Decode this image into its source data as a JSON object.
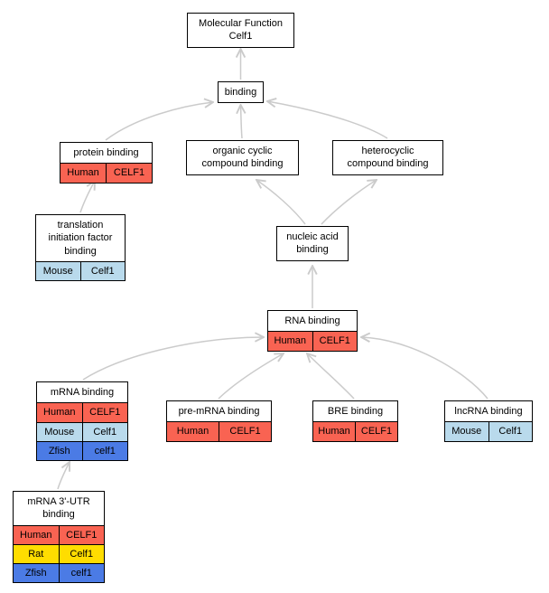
{
  "palette": {
    "node_border": "#000000",
    "node_background": "#ffffff",
    "edge_gray": "#CBCBCB",
    "human_red": "#F96352",
    "mouse_lightblue": "#B9DAEC",
    "zfish_blue": "#4B7BE5",
    "rat_yellow": "#FFDD00"
  },
  "nodes": {
    "molecular_function": {
      "title": "Molecular Function\nCelf1"
    },
    "binding": {
      "title": "binding"
    },
    "protein_binding": {
      "title": "protein binding",
      "rows": [
        {
          "species": "Human",
          "gene": "CELF1",
          "color": "red"
        }
      ]
    },
    "organic_cyclic_compound_binding": {
      "title": "organic cyclic\ncompound binding"
    },
    "heterocyclic_compound_binding": {
      "title": "heterocyclic\ncompound binding"
    },
    "translation_initiation_factor_binding": {
      "title": "translation\ninitiation factor\nbinding",
      "rows": [
        {
          "species": "Mouse",
          "gene": "Celf1",
          "color": "lightblue"
        }
      ]
    },
    "nucleic_acid_binding": {
      "title": "nucleic acid\nbinding"
    },
    "rna_binding": {
      "title": "RNA binding",
      "rows": [
        {
          "species": "Human",
          "gene": "CELF1",
          "color": "red"
        }
      ]
    },
    "mrna_binding": {
      "title": "mRNA binding",
      "rows": [
        {
          "species": "Human",
          "gene": "CELF1",
          "color": "red"
        },
        {
          "species": "Mouse",
          "gene": "Celf1",
          "color": "lightblue"
        },
        {
          "species": "Zfish",
          "gene": "celf1",
          "color": "blue"
        }
      ]
    },
    "pre_mrna_binding": {
      "title": "pre-mRNA binding",
      "rows": [
        {
          "species": "Human",
          "gene": "CELF1",
          "color": "red"
        }
      ]
    },
    "bre_binding": {
      "title": "BRE binding",
      "rows": [
        {
          "species": "Human",
          "gene": "CELF1",
          "color": "red"
        }
      ]
    },
    "lncrna_binding": {
      "title": "lncRNA binding",
      "rows": [
        {
          "species": "Mouse",
          "gene": "Celf1",
          "color": "lightblue"
        }
      ]
    },
    "mrna_3utr_binding": {
      "title": "mRNA 3'-UTR\nbinding",
      "rows": [
        {
          "species": "Human",
          "gene": "CELF1",
          "color": "red"
        },
        {
          "species": "Rat",
          "gene": "Celf1",
          "color": "yellow"
        },
        {
          "species": "Zfish",
          "gene": "celf1",
          "color": "blue"
        }
      ]
    }
  },
  "edges": [
    {
      "from": "binding",
      "to": "molecular_function"
    },
    {
      "from": "protein_binding",
      "to": "binding"
    },
    {
      "from": "organic_cyclic_compound_binding",
      "to": "binding"
    },
    {
      "from": "heterocyclic_compound_binding",
      "to": "binding"
    },
    {
      "from": "translation_initiation_factor_binding",
      "to": "protein_binding"
    },
    {
      "from": "nucleic_acid_binding",
      "to": "organic_cyclic_compound_binding"
    },
    {
      "from": "nucleic_acid_binding",
      "to": "heterocyclic_compound_binding"
    },
    {
      "from": "rna_binding",
      "to": "nucleic_acid_binding"
    },
    {
      "from": "mrna_binding",
      "to": "rna_binding"
    },
    {
      "from": "pre_mrna_binding",
      "to": "rna_binding"
    },
    {
      "from": "bre_binding",
      "to": "rna_binding"
    },
    {
      "from": "lncrna_binding",
      "to": "rna_binding"
    },
    {
      "from": "mrna_3utr_binding",
      "to": "mrna_binding"
    }
  ]
}
